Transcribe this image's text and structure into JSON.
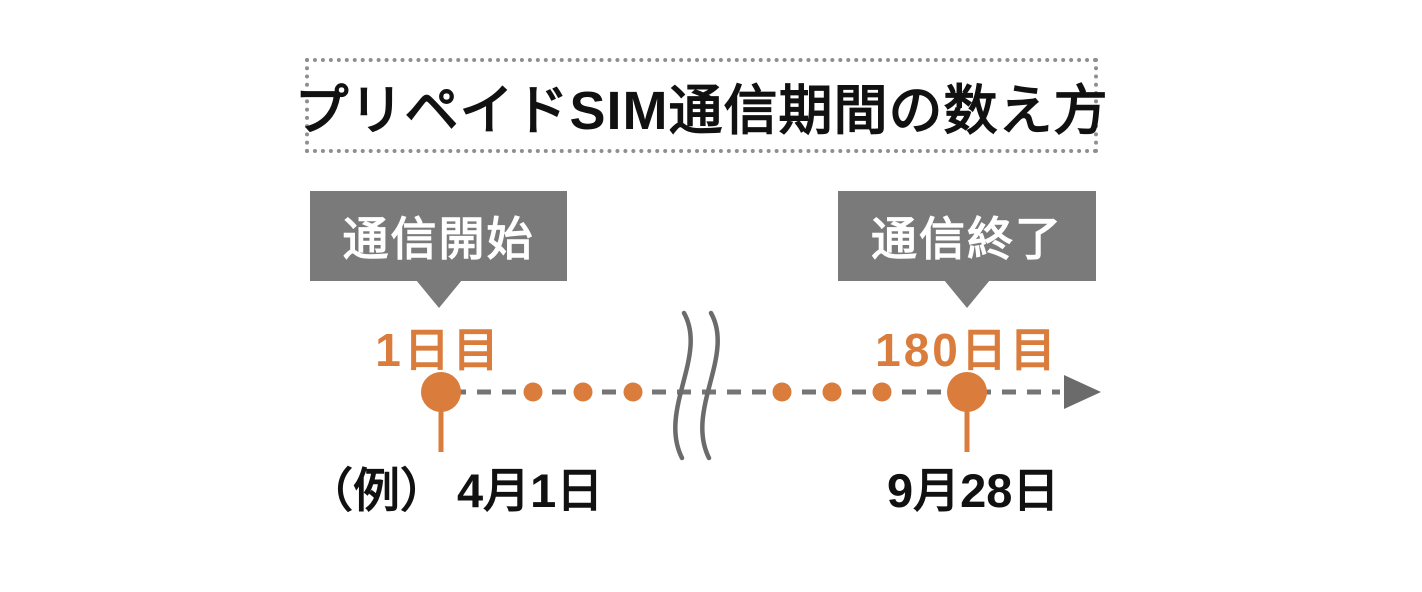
{
  "title": "プリペイドSIM通信期間の数え方",
  "callouts": {
    "start": "通信開始",
    "end": "通信終了"
  },
  "timeline": {
    "start_day": "1日目",
    "end_day": "180日目",
    "start_date_prefix": "（例）",
    "start_date": "4月1日",
    "end_date": "9月28日",
    "left_dots": 3,
    "right_dots": 3
  },
  "colors": {
    "orange": "#d97c3c",
    "bubble-gray": "#7a7a7a",
    "line-gray": "#757575",
    "arrow-gray": "#6b6b6b",
    "border-gray": "#8f8f8f",
    "text-color": "#111111"
  }
}
